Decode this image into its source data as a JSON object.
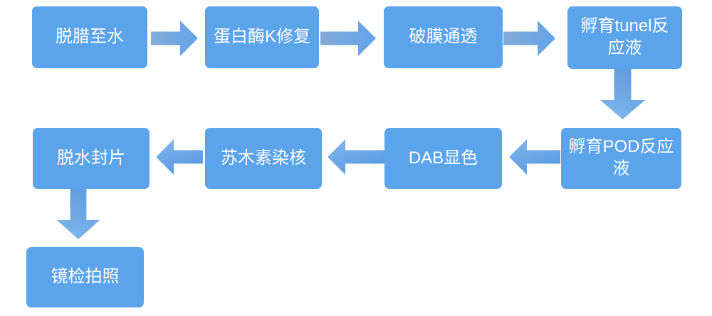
{
  "diagram": {
    "type": "flowchart",
    "subject": "TUNEL staining experiment workflow",
    "accent_color": "#5ba3eb",
    "text_color": "#ffffff",
    "background_color": "#ffffff",
    "nodes": [
      {
        "id": "step-1",
        "label": "脱腊至水"
      },
      {
        "id": "step-2",
        "label": "蛋白酶K修复"
      },
      {
        "id": "step-3",
        "label": "破膜通透"
      },
      {
        "id": "step-4",
        "label": "孵育tunel反应液"
      },
      {
        "id": "step-5",
        "label": "孵育POD反应液"
      },
      {
        "id": "step-6",
        "label": "DAB显色"
      },
      {
        "id": "step-7",
        "label": "苏木素染核"
      },
      {
        "id": "step-8",
        "label": "脱水封片"
      },
      {
        "id": "step-9",
        "label": "镜检拍照"
      }
    ],
    "edges": [
      {
        "from": "脱腊至水",
        "to": "蛋白酶K修复",
        "direction": "right"
      },
      {
        "from": "蛋白酶K修复",
        "to": "破膜通透",
        "direction": "right"
      },
      {
        "from": "破膜通透",
        "to": "孵育tunel反应液",
        "direction": "right"
      },
      {
        "from": "孵育tunel反应液",
        "to": "孵育POD反应液",
        "direction": "down"
      },
      {
        "from": "孵育POD反应液",
        "to": "DAB显色",
        "direction": "left"
      },
      {
        "from": "DAB显色",
        "to": "苏木素染核",
        "direction": "left"
      },
      {
        "from": "苏木素染核",
        "to": "脱水封片",
        "direction": "left"
      },
      {
        "from": "脱水封片",
        "to": "镜检拍照",
        "direction": "down"
      }
    ]
  }
}
